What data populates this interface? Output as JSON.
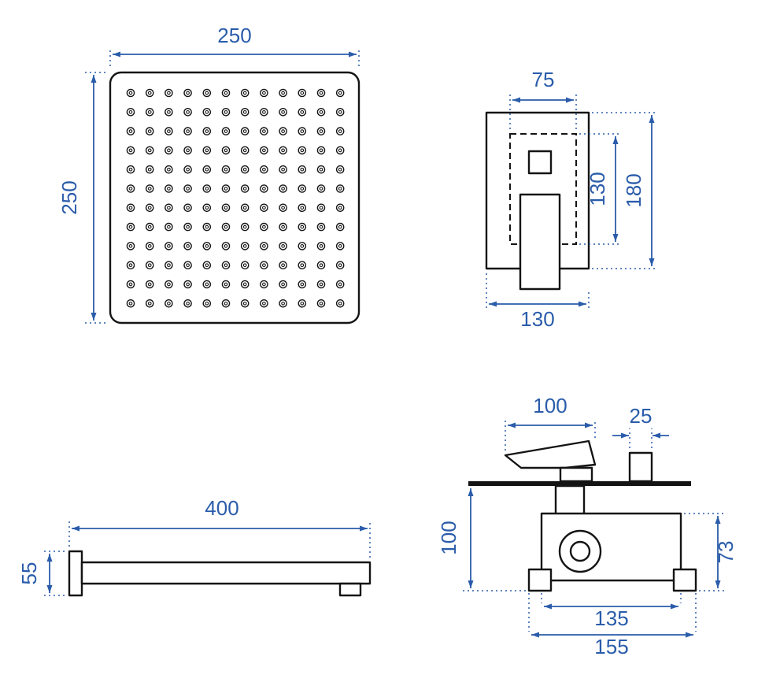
{
  "colors": {
    "dimension_blue": "#2a5caa",
    "line_black": "#141414",
    "background": "#ffffff"
  },
  "shower_head": {
    "dim_width_mm": "250",
    "dim_height_mm": "250",
    "nozzle_rows": 12,
    "nozzle_cols": 12
  },
  "mixer_front": {
    "dim_top_width_mm": "75",
    "dim_inner_height_mm": "130",
    "dim_plate_height_mm": "180",
    "dim_plate_width_mm": "130"
  },
  "shower_arm": {
    "dim_length_mm": "400",
    "dim_height_mm": "55"
  },
  "mixer_side": {
    "dim_handle_length_mm": "100",
    "dim_stub_width_mm": "25",
    "dim_depth_mm": "100",
    "dim_body_height_mm": "73",
    "dim_body_width_mm": "135",
    "dim_base_width_mm": "155"
  }
}
